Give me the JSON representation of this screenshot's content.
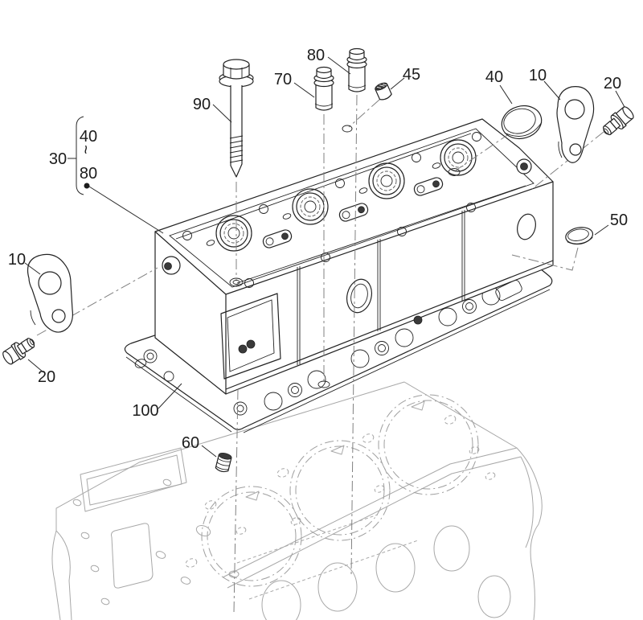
{
  "figure": {
    "kind": "exploded-parts-diagram",
    "subject": "cylinder head assembly with gasket over engine block"
  },
  "colors": {
    "background": "#ffffff",
    "line": "#232323",
    "ghost": "#a8a8a8",
    "centerline": "#808080",
    "dark_fill": "#3a3a3a"
  },
  "callouts": {
    "bolt": "90",
    "guide_front": "70",
    "guide_rear": "80",
    "plug_small": "45",
    "cup_plug_top": "40",
    "hanger_right": "10",
    "adapter_right": "20",
    "assembly": "30",
    "range_start": "40",
    "range_tilde": "~",
    "range_end": "80",
    "hanger_left": "10",
    "adapter_left": "20",
    "cup_plug_side": "50",
    "gasket": "100",
    "set_screw": "60"
  }
}
